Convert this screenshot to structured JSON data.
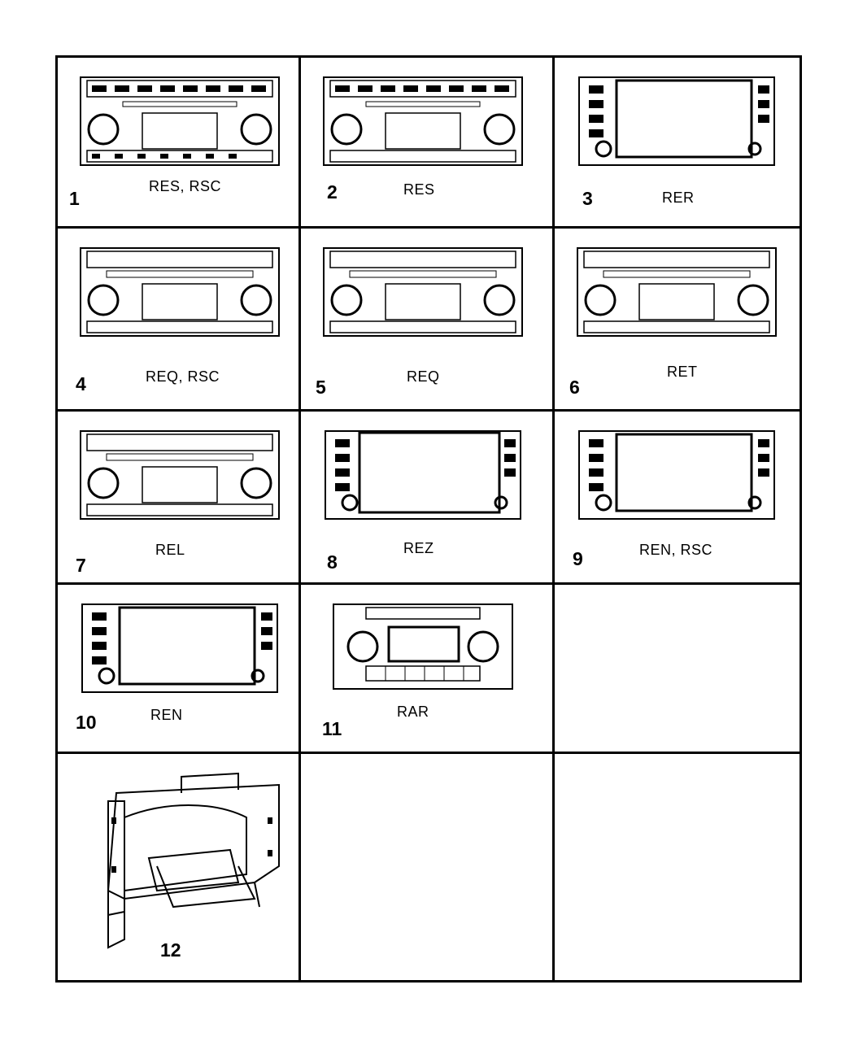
{
  "panels": [
    {
      "number": "1",
      "code": "RES, RSC",
      "style": "buttons"
    },
    {
      "number": "2",
      "code": "RES",
      "style": "buttons"
    },
    {
      "number": "3",
      "code": "RER",
      "style": "screen"
    },
    {
      "number": "4",
      "code": "REQ, RSC",
      "style": "buttons"
    },
    {
      "number": "5",
      "code": "REQ",
      "style": "buttons"
    },
    {
      "number": "6",
      "code": "RET",
      "style": "buttons"
    },
    {
      "number": "7",
      "code": "REL",
      "style": "buttons"
    },
    {
      "number": "8",
      "code": "REZ",
      "style": "screen"
    },
    {
      "number": "9",
      "code": "REN, RSC",
      "style": "screen"
    },
    {
      "number": "10",
      "code": "REN",
      "style": "screen"
    },
    {
      "number": "11",
      "code": "RAR",
      "style": "classic"
    },
    {
      "number": "",
      "code": "",
      "style": "empty"
    },
    {
      "number": "12",
      "code": "",
      "style": "bracket"
    },
    {
      "number": "",
      "code": "",
      "style": "empty"
    },
    {
      "number": "",
      "code": "",
      "style": "empty"
    }
  ]
}
